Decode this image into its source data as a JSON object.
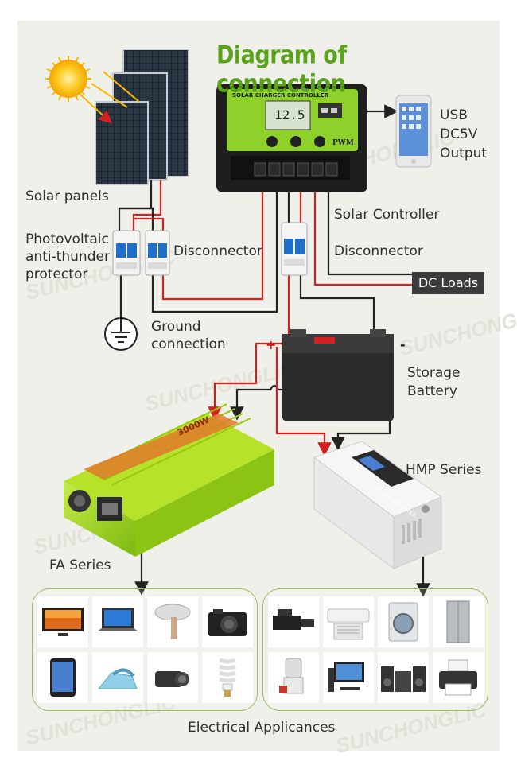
{
  "title": "Diagram of connection",
  "watermark": "SUNCHONGLIC",
  "labels": {
    "solar_panels": "Solar panels",
    "pv_protector": [
      "Photovoltaic",
      "anti-thunder",
      "protector"
    ],
    "disconnector_left": "Disconnector",
    "disconnector_right": "Disconnector",
    "ground": [
      "Ground",
      "connection"
    ],
    "solar_controller": "Solar Controller",
    "usb_output": [
      "USB",
      "DC5V",
      "Output"
    ],
    "dc_loads": "DC Loads",
    "storage_battery": [
      "Storage",
      "Battery"
    ],
    "fa_series": "FA Series",
    "hmp_series": "HMP Series",
    "electrical_appliances": "Electrical Applicances",
    "positive": "+",
    "negative": "-"
  },
  "controller": {
    "header": "SOLAR CHARGER CONTROLLER",
    "display": "12.5",
    "pwm": "PWM"
  },
  "fa_inverter_text": "3000W",
  "hmp_inverter_text": "POWER INVERTER",
  "colors": {
    "title_green": "#5aa21c",
    "wire_red": "#d42020",
    "wire_black": "#222222",
    "controller_green": "#8fd12b",
    "fa_green": "#9cd21c"
  },
  "appliances_left": [
    "tv-icon",
    "laptop-icon",
    "hair-dryer-icon",
    "camera-icon",
    "tablet-icon",
    "iron-icon",
    "camcorder-icon",
    "light-bulb-icon"
  ],
  "appliances_right": [
    "video-camera-icon",
    "air-conditioner-icon",
    "washing-machine-icon",
    "refrigerator-icon",
    "juicer-icon",
    "desktop-computer-icon",
    "stereo-icon",
    "printer-icon"
  ]
}
